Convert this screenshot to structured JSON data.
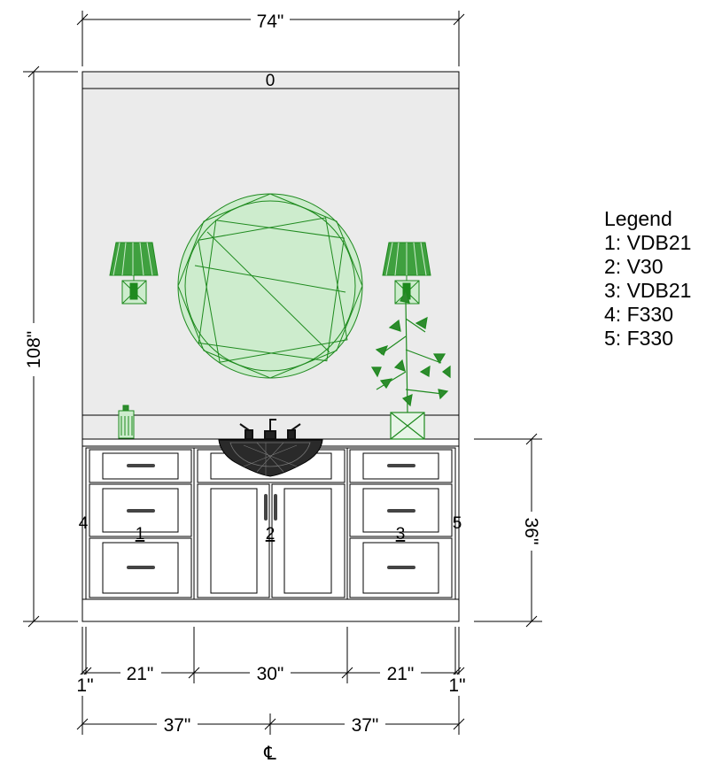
{
  "dimensions": {
    "overall_width": "74\"",
    "overall_height": "108\"",
    "base_height": "36\"",
    "segment_left": "21\"",
    "segment_center": "30\"",
    "segment_right": "21\"",
    "filler_left": "1\"",
    "filler_right": "1\"",
    "half_left": "37\"",
    "half_right": "37\""
  },
  "labels": {
    "top_item": "0",
    "cabinet_1": "1",
    "cabinet_2": "2",
    "cabinet_3": "3",
    "filler_4": "4",
    "filler_5": "5",
    "centerline": "℄"
  },
  "legend": {
    "title": "Legend",
    "items": [
      "1: VDB21",
      "2: V30",
      "3: VDB21",
      "4: F330",
      "5: F330"
    ]
  },
  "colors": {
    "wall": "#ebebeb",
    "line": "#000000",
    "accessory": "#1e8a1e",
    "accessory_fill": "#cdeccd",
    "sink": "#222222"
  }
}
